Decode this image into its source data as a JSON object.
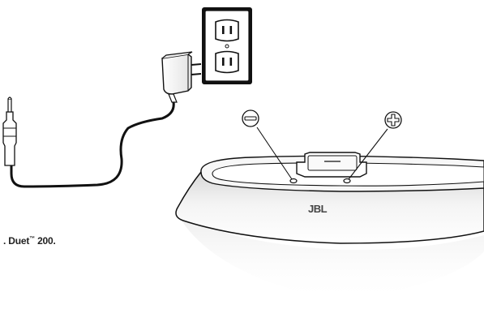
{
  "caption": {
    "prefix": ". Duet",
    "trademark": "™",
    "suffix": " 200."
  },
  "logo": {
    "text": "JBL"
  },
  "icons": {
    "minus": "minus-sign-icon",
    "plus": "plus-sign-icon"
  },
  "colors": {
    "line": "#1a1a1a",
    "cord": "#111111",
    "speaker_body": "#eaeaea",
    "speaker_top": "#f7f7f7"
  }
}
